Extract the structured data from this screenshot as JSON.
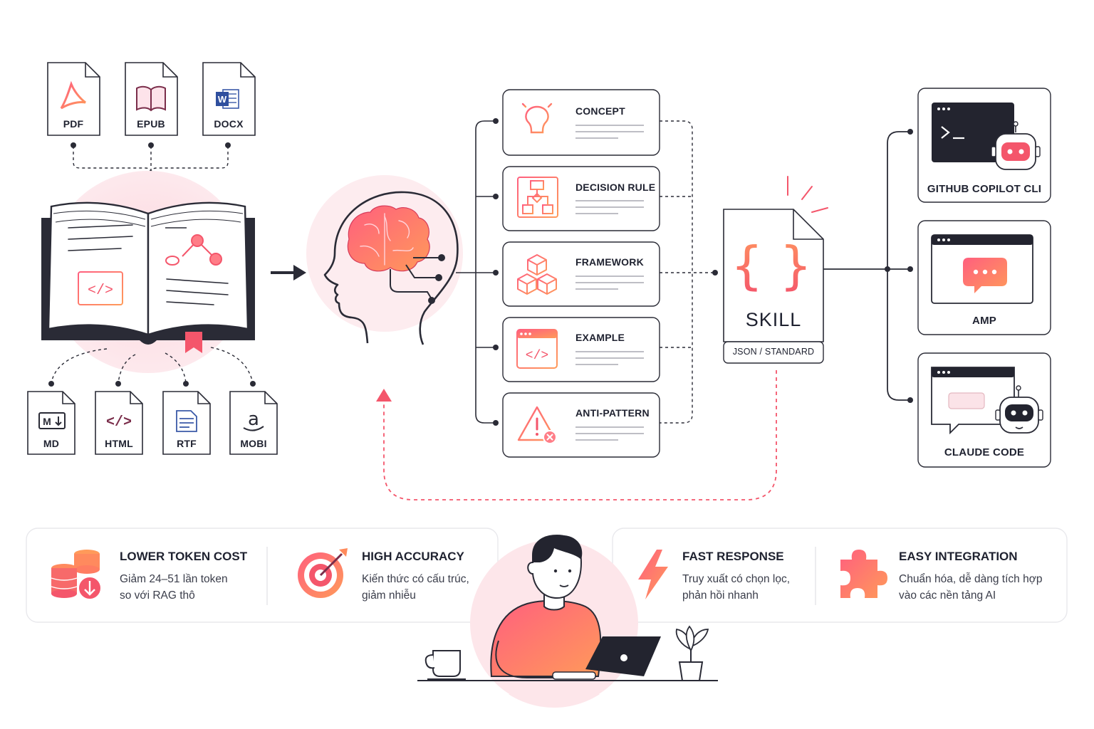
{
  "input_formats_top": [
    {
      "label": "PDF",
      "icon": "pdf-icon"
    },
    {
      "label": "EPUB",
      "icon": "book-icon"
    },
    {
      "label": "DOCX",
      "icon": "word-icon"
    }
  ],
  "input_formats_bottom": [
    {
      "label": "MD",
      "icon": "markdown-icon"
    },
    {
      "label": "HTML",
      "icon": "code-icon"
    },
    {
      "label": "RTF",
      "icon": "text-doc-icon"
    },
    {
      "label": "MOBI",
      "icon": "amazon-icon"
    }
  ],
  "knowledge_types": [
    {
      "label": "CONCEPT",
      "icon": "lightbulb-icon"
    },
    {
      "label": "DECISION RULE",
      "icon": "flowchart-icon"
    },
    {
      "label": "FRAMEWORK",
      "icon": "cubes-icon"
    },
    {
      "label": "EXAMPLE",
      "icon": "code-window-icon"
    },
    {
      "label": "ANTI-PATTERN",
      "icon": "warning-icon"
    }
  ],
  "skill": {
    "title": "SKILL",
    "format": "JSON / STANDARD"
  },
  "targets": [
    {
      "label": "GITHUB COPILOT CLI",
      "icon": "terminal-robot-icon"
    },
    {
      "label": "AMP",
      "icon": "chat-window-icon"
    },
    {
      "label": "CLAUDE CODE",
      "icon": "claude-robot-icon"
    }
  ],
  "benefits": [
    {
      "title": "LOWER TOKEN COST",
      "desc_lines": [
        "Giảm 24–51 lần token",
        "so với RAG thô"
      ],
      "icon": "coins-down-icon"
    },
    {
      "title": "HIGH ACCURACY",
      "desc_lines": [
        "Kiến thức có cấu trúc,",
        "giảm nhiễu"
      ],
      "icon": "target-icon"
    },
    {
      "title": "FAST RESPONSE",
      "desc_lines": [
        "Truy xuất có chọn lọc,",
        "phản hồi nhanh"
      ],
      "icon": "lightning-icon"
    },
    {
      "title": "EASY INTEGRATION",
      "desc_lines": [
        "Chuẩn hóa, dễ dàng tích hợp",
        "vào các nền tảng AI"
      ],
      "icon": "puzzle-icon"
    }
  ],
  "colors": {
    "accent": "#f4566b",
    "accent2": "#ff8a5b",
    "dark": "#23242f",
    "soft_pink": "#fde6ea",
    "line": "#2a2b36"
  }
}
